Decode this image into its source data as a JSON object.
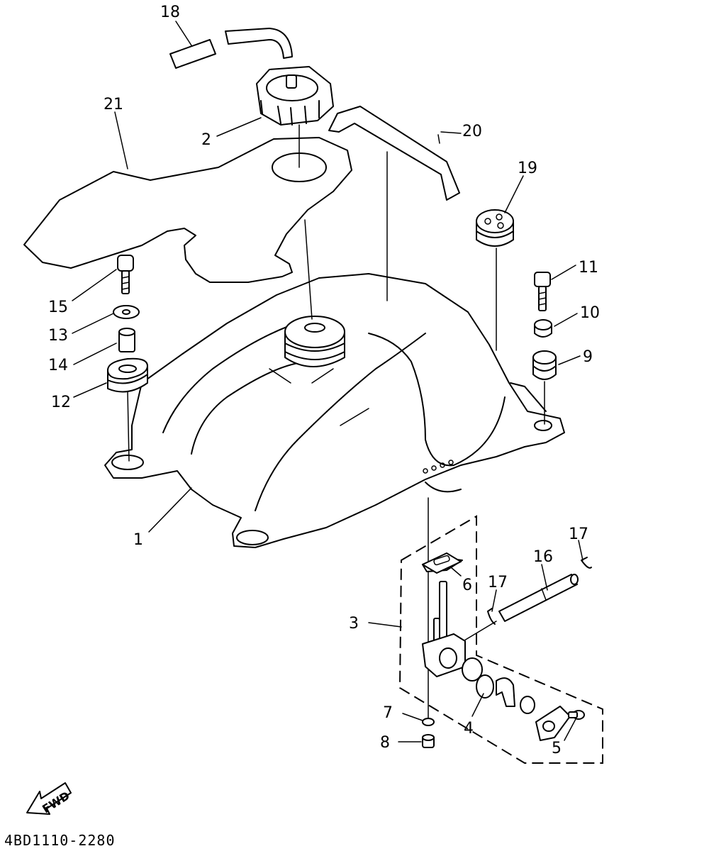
{
  "diagram_code": "4BD1110-2280",
  "direction_label": "FWD",
  "callouts": {
    "p1": "1",
    "p2": "2",
    "p3": "3",
    "p4": "4",
    "p5": "5",
    "p6": "6",
    "p7": "7",
    "p8": "8",
    "p9": "9",
    "p10": "10",
    "p11": "11",
    "p12": "12",
    "p13": "13",
    "p14": "14",
    "p15": "15",
    "p16": "16",
    "p17a": "17",
    "p17b": "17",
    "p18": "18",
    "p19": "19",
    "p20": "20",
    "p21": "21"
  }
}
